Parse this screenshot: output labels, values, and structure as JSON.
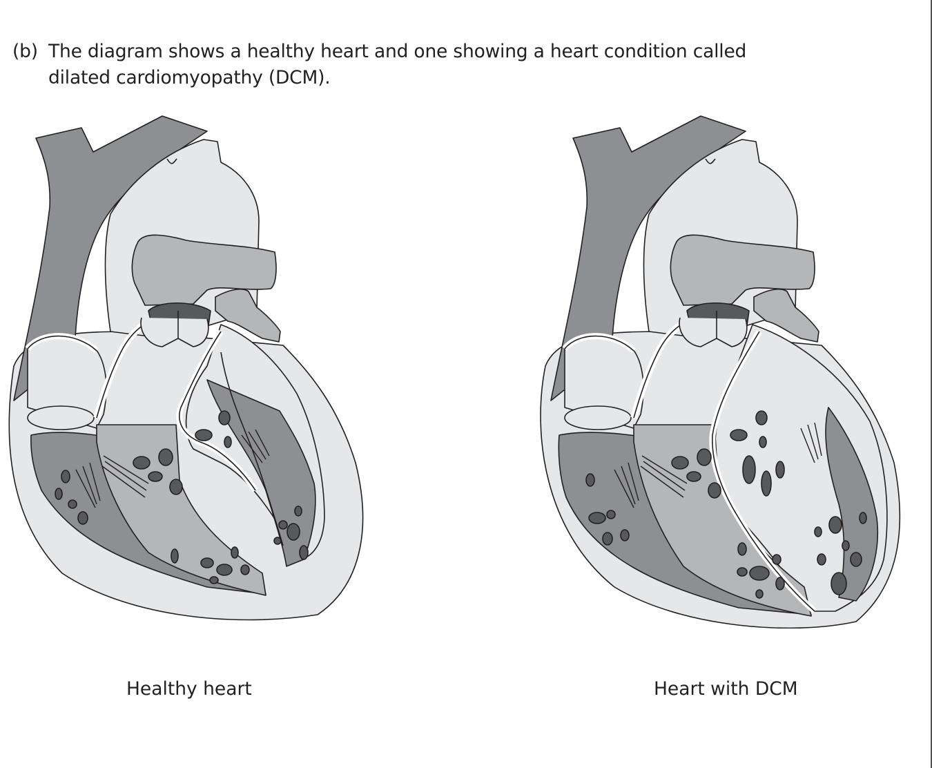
{
  "question": {
    "number": "(b)",
    "line1": "The diagram shows a healthy heart and one showing a heart condition called",
    "line2": "dilated cardiomyopathy (DCM)."
  },
  "figures": {
    "healthy": {
      "caption": "Healthy heart"
    },
    "dcm": {
      "caption": "Heart with DCM"
    }
  },
  "colors": {
    "dark": "#8e8f92",
    "mid": "#b5b6b8",
    "light": "#e6e7e8",
    "valve": "#58595b",
    "outline": "#231f20"
  }
}
